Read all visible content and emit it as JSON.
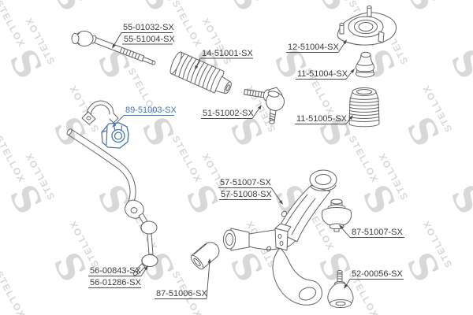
{
  "page": {
    "background": "#ffffff"
  },
  "colors": {
    "accent": "#4a74a8",
    "line": "#636363",
    "label": "#3c3c3c",
    "leader": "#4d4d4d",
    "watermark": "#d8d8d8",
    "background": "#ffffff"
  },
  "watermark": {
    "text": "STELLOX",
    "logo_glyph": "S"
  },
  "diagram": {
    "labels": [
      {
        "text": "55-01032-SX",
        "highlighted": false
      },
      {
        "text": "55-51004-SX",
        "highlighted": false
      },
      {
        "text": "14-51001-SX",
        "highlighted": false
      },
      {
        "text": "12-51004-SX",
        "highlighted": false
      },
      {
        "text": "11-51004-SX",
        "highlighted": false
      },
      {
        "text": "51-51002-SX",
        "highlighted": false
      },
      {
        "text": "11-51005-SX",
        "highlighted": false
      },
      {
        "text": "89-51003-SX",
        "highlighted": true
      },
      {
        "text": "57-51007-SX",
        "highlighted": false
      },
      {
        "text": "57-51008-SX",
        "highlighted": false
      },
      {
        "text": "87-51007-SX",
        "highlighted": false
      },
      {
        "text": "52-00056-SX",
        "highlighted": false
      },
      {
        "text": "56-00843-SX",
        "highlighted": false
      },
      {
        "text": "56-01286-SX",
        "highlighted": false
      },
      {
        "text": "87-51006-SX",
        "highlighted": false
      }
    ]
  }
}
